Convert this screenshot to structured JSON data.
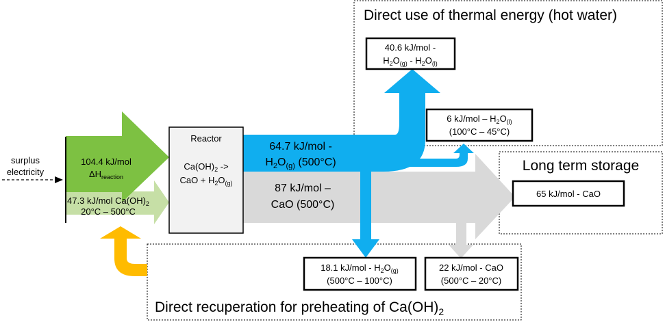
{
  "colors": {
    "green": "#7dc142",
    "light_green": "#c6dfa6",
    "blue": "#10aeef",
    "gray": "#d9d9d9",
    "orange": "#ffbb00",
    "reactor_fill": "#f2f2f2"
  },
  "input": {
    "label_line1": "surplus",
    "label_line2": "electricity",
    "reaction_energy": "104.4 kJ/mol",
    "delta": "ΔH",
    "reaction_sub": "reaction",
    "preheat_line1_main": "47.3 kJ/mol Ca(OH)",
    "preheat_line1_sub": "2",
    "preheat_line2": "20°C – 500°C"
  },
  "reactor": {
    "title": "Reactor",
    "eq_line1_a": "Ca(OH)",
    "eq_line1_sub": "2",
    "eq_line1_b": " ->",
    "eq_line2_a": "CaO + H",
    "eq_line2_sub1": "2",
    "eq_line2_b": "O",
    "eq_line2_sub2": "(g)"
  },
  "flows": {
    "steam_line1": "64.7 kJ/mol -",
    "steam_line2_a": "H",
    "steam_line2_sub1": "2",
    "steam_line2_b": "O",
    "steam_line2_sub2": "(g)",
    "steam_line2_c": " (500°C)",
    "cao_line1": "87 kJ/mol –",
    "cao_line2": "CaO (500°C)"
  },
  "thermal_use": {
    "title": "Direct use of thermal energy (hot water)",
    "box1_line1": "40.6 kJ/mol -",
    "box1_line2_a": "H",
    "box1_line2_sub1": "2",
    "box1_line2_b": "O",
    "box1_line2_sub2": "(g)",
    "box1_line2_c": " - H",
    "box1_line2_sub3": "2",
    "box1_line2_d": "O",
    "box1_line2_sub4": "(l)",
    "box2_line1_a": "6 kJ/mol – H",
    "box2_line1_sub1": "2",
    "box2_line1_b": "O",
    "box2_line1_sub2": "(l)",
    "box2_line2": "(100°C – 45°C)"
  },
  "storage": {
    "title": "Long term storage",
    "box": "65 kJ/mol - CaO"
  },
  "recuperation": {
    "title_a": "Direct recuperation for preheating of Ca(OH)",
    "title_sub": "2",
    "box1_line1_a": "18.1 kJ/mol - H",
    "box1_line1_sub1": "2",
    "box1_line1_b": "O",
    "box1_line1_sub2": "(g)",
    "box1_line2": "(500°C – 100°C)",
    "box2_line1": "22 kJ/mol - CaO",
    "box2_line2": "(500°C – 20°C)"
  }
}
